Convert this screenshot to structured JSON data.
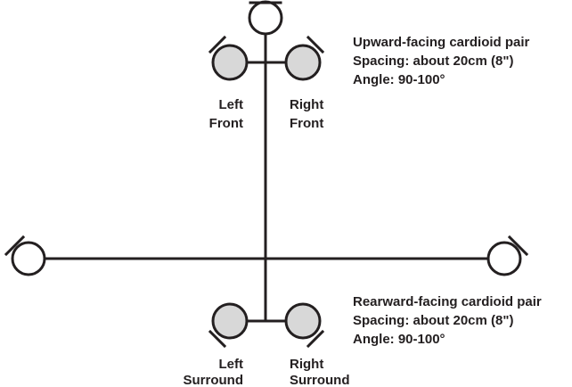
{
  "upper_note": {
    "line1": "Upward-facing cardioid pair",
    "line2": "Spacing: about 20cm (8\")",
    "line3": "Angle: 90-100°"
  },
  "lower_note": {
    "line1": "Rearward-facing cardioid pair",
    "line2": "Spacing: about 20cm (8\")",
    "line3": "Angle: 90-100°"
  },
  "labels": {
    "left_front": [
      "Left",
      "Front"
    ],
    "right_front": [
      "Right",
      "Front"
    ],
    "left_surround": [
      "Left",
      "Surround"
    ],
    "right_surround": [
      "Right",
      "Surround"
    ]
  },
  "colors": {
    "ink": "#231f20",
    "capsule_fill": "#d8d8d8",
    "background": "#ffffff"
  }
}
